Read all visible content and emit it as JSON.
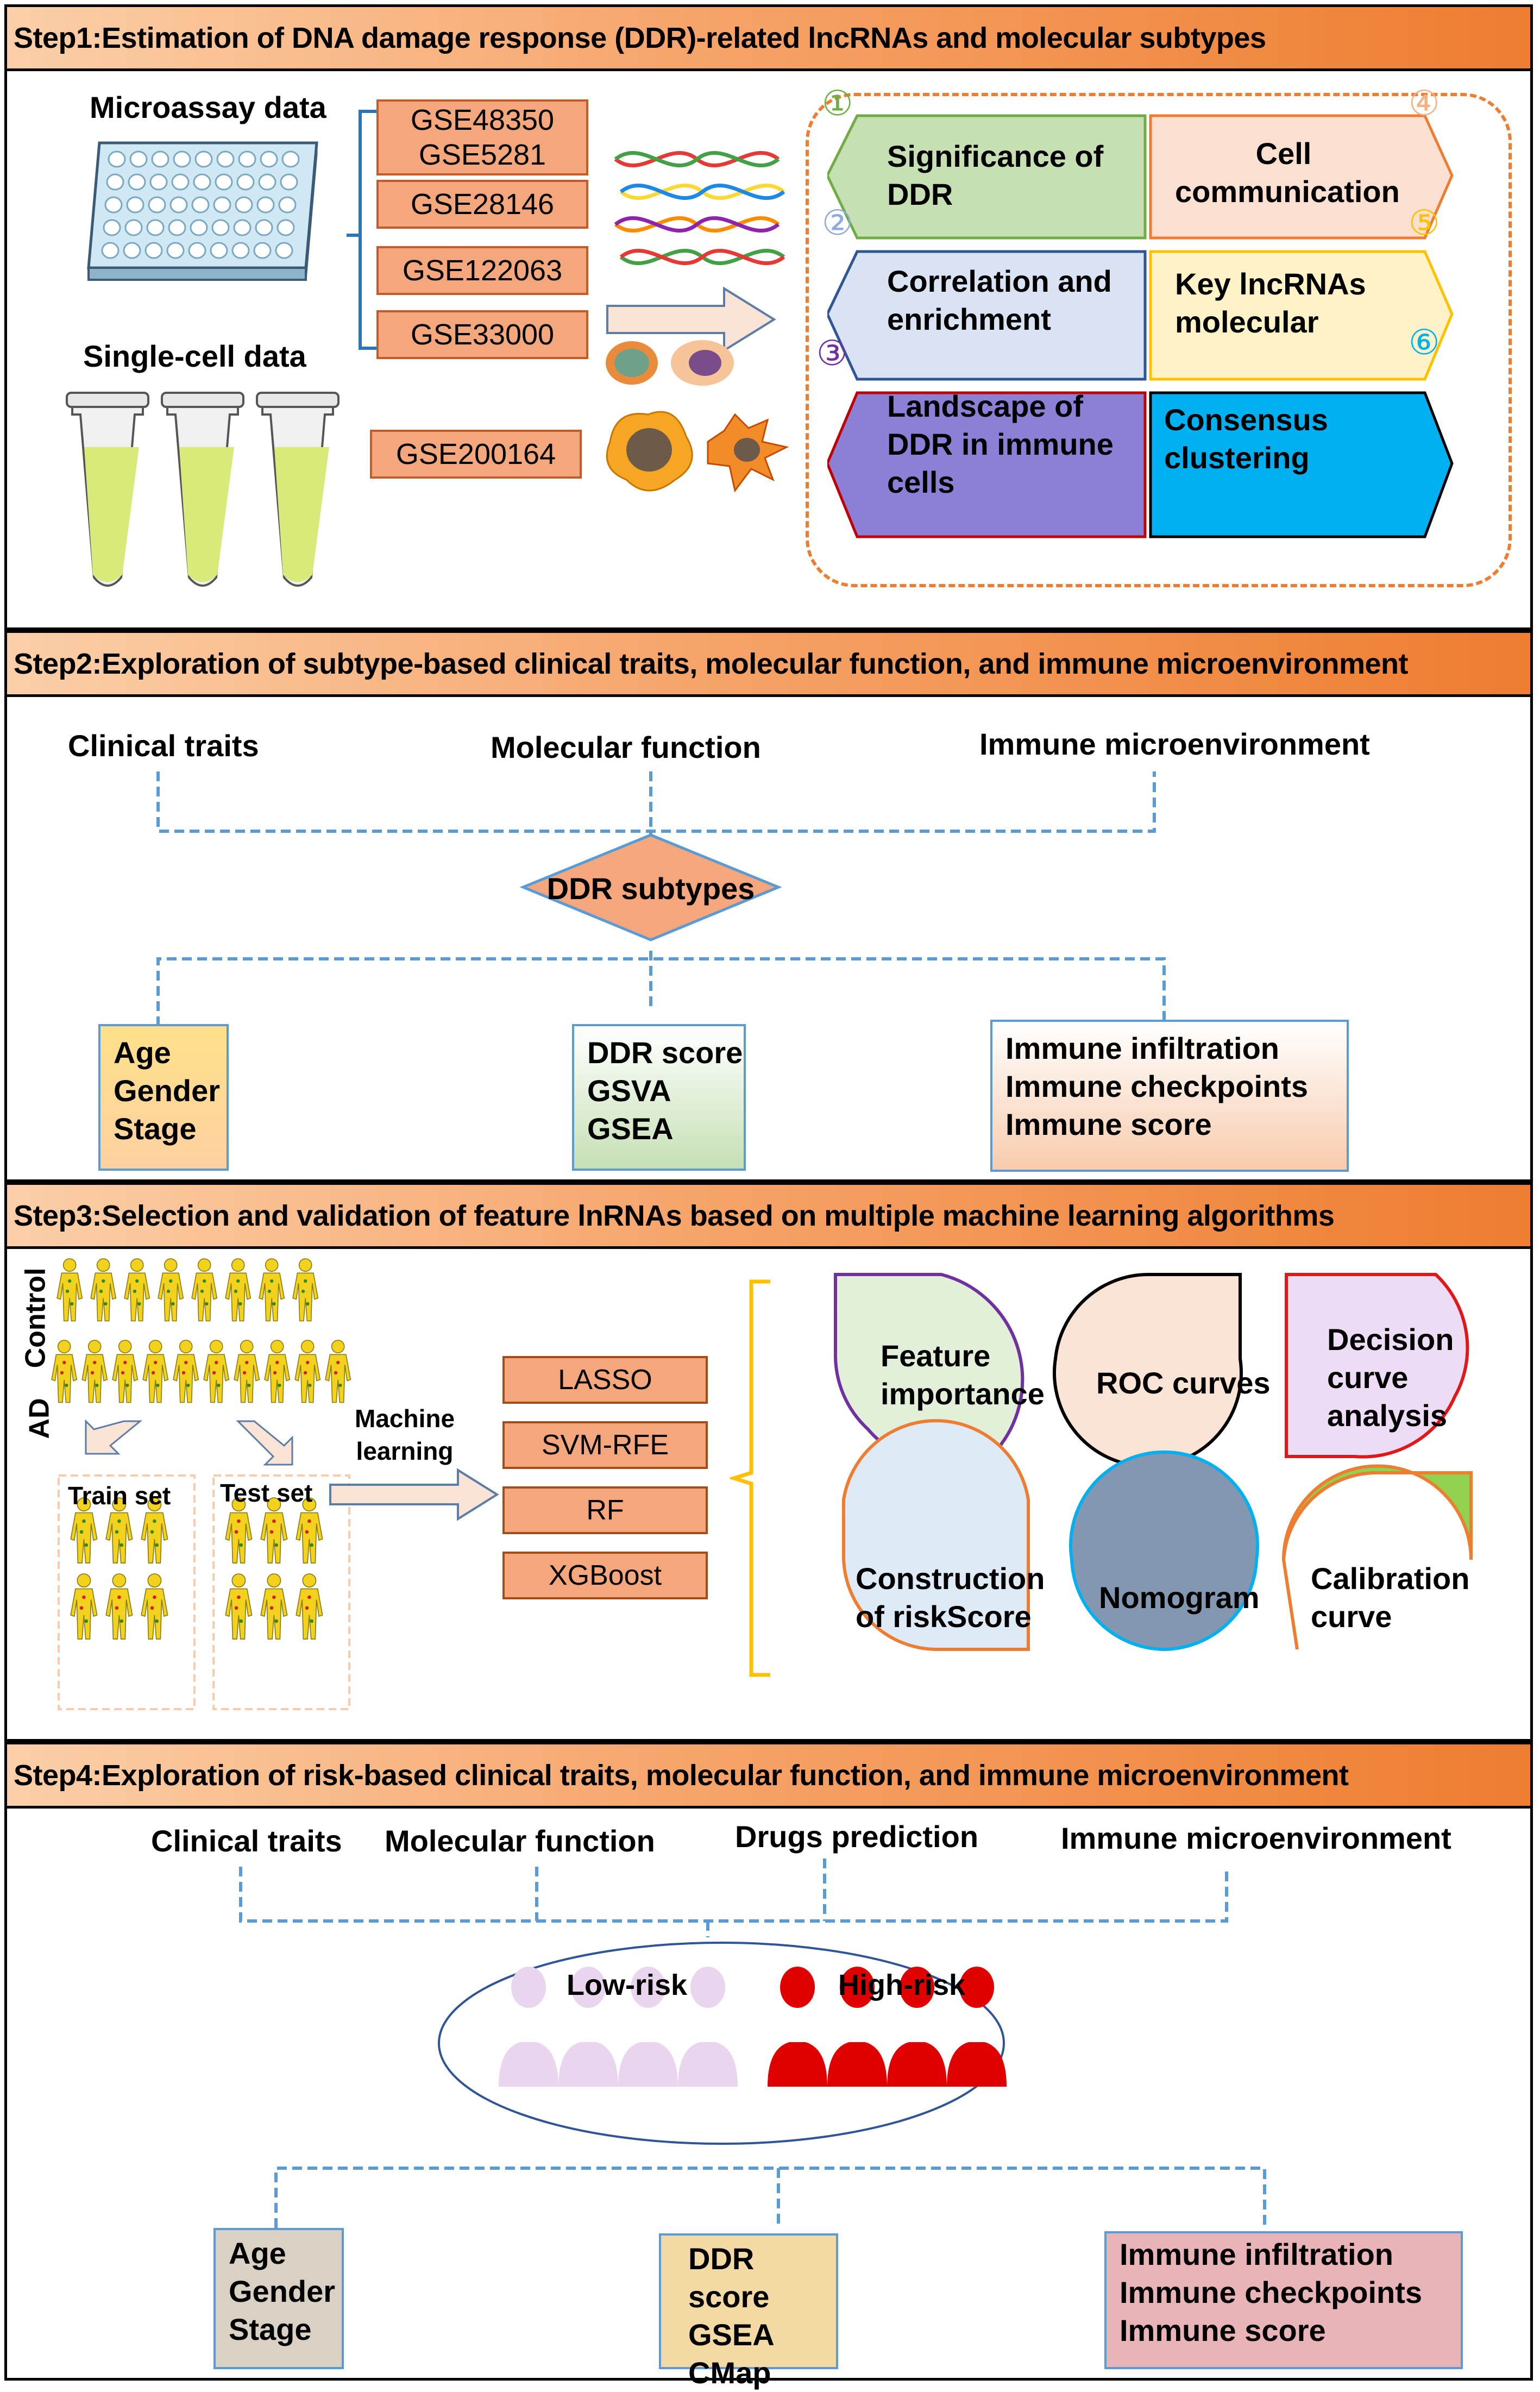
{
  "step1": {
    "header": "Step1:Estimation of DNA damage response (DDR)-related lncRNAs and molecular subtypes",
    "microarray_label": "Microassay data",
    "singlecell_label": "Single-cell data",
    "datasets": [
      "GSE48350",
      "GSE5281",
      "GSE28146",
      "GSE122063",
      "GSE33000",
      "GSE200164"
    ],
    "analyses": [
      {
        "num": "①",
        "label_1": "Significance of",
        "label_2": "DDR",
        "color": "#c6e0b4"
      },
      {
        "num": "②",
        "label_1": "Correlation and",
        "label_2": "enrichment",
        "color": "#dae3f3"
      },
      {
        "num": "③",
        "label_1": "Landscape of",
        "label_2": "DDR  in immune",
        "label_3": "cells",
        "color": "#8b7fd6"
      },
      {
        "num": "④",
        "label_1": "Cell",
        "label_2": "communication",
        "color": "#fbe0d2"
      },
      {
        "num": "⑤",
        "label_1": "Key lncRNAs",
        "label_2": "molecular",
        "color": "#fff2c6"
      },
      {
        "num": "⑥",
        "label_1": "Consensus",
        "label_2": "clustering",
        "color": "#00b0f0"
      }
    ]
  },
  "step2": {
    "header": "Step2:Exploration of subtype-based clinical traits, molecular function, and immune microenvironment",
    "top_labels": [
      "Clinical traits",
      "Molecular function",
      "Immune microenvironment"
    ],
    "diamond": "DDR subtypes",
    "box_clinical": [
      "Age",
      "Gender",
      "Stage"
    ],
    "box_molecular": [
      "DDR score",
      "GSVA",
      "GSEA"
    ],
    "box_immune": [
      "Immune infiltration",
      "Immune checkpoints",
      "Immune score"
    ]
  },
  "step3": {
    "header": "Step3:Selection and validation of feature lnRNAs based on multiple machine learning algorithms",
    "group_control": "Control",
    "group_ad": "AD",
    "train_label": "Train set",
    "test_label": "Test set",
    "ml_label_1": "Machine",
    "ml_label_2": "learning",
    "algorithms": [
      "LASSO",
      "SVM-RFE",
      "RF",
      "XGBoost"
    ],
    "outputs": [
      {
        "line_1": "Feature",
        "line_2": "importance"
      },
      {
        "line_1": "ROC curves"
      },
      {
        "line_1": "Decision",
        "line_2": "curve",
        "line_3": "analysis"
      },
      {
        "line_1": "Construction",
        "line_2": "of riskScore"
      },
      {
        "line_1": "Nomogram"
      },
      {
        "line_1": "Calibration",
        "line_2": "curve"
      }
    ]
  },
  "step4": {
    "header": "Step4:Exploration of risk-based clinical traits, molecular function, and immune microenvironment",
    "top_labels": [
      "Clinical traits",
      "Molecular function",
      "Drugs prediction",
      "Immune microenvironment"
    ],
    "low_risk": "Low-risk",
    "high_risk": "High-risk",
    "box_clinical": [
      "Age",
      "Gender",
      "Stage"
    ],
    "box_molecular": [
      "DDR score",
      "GSEA",
      "CMap"
    ],
    "box_immune": [
      "Immune infiltration",
      "Immune checkpoints",
      "Immune score"
    ]
  }
}
